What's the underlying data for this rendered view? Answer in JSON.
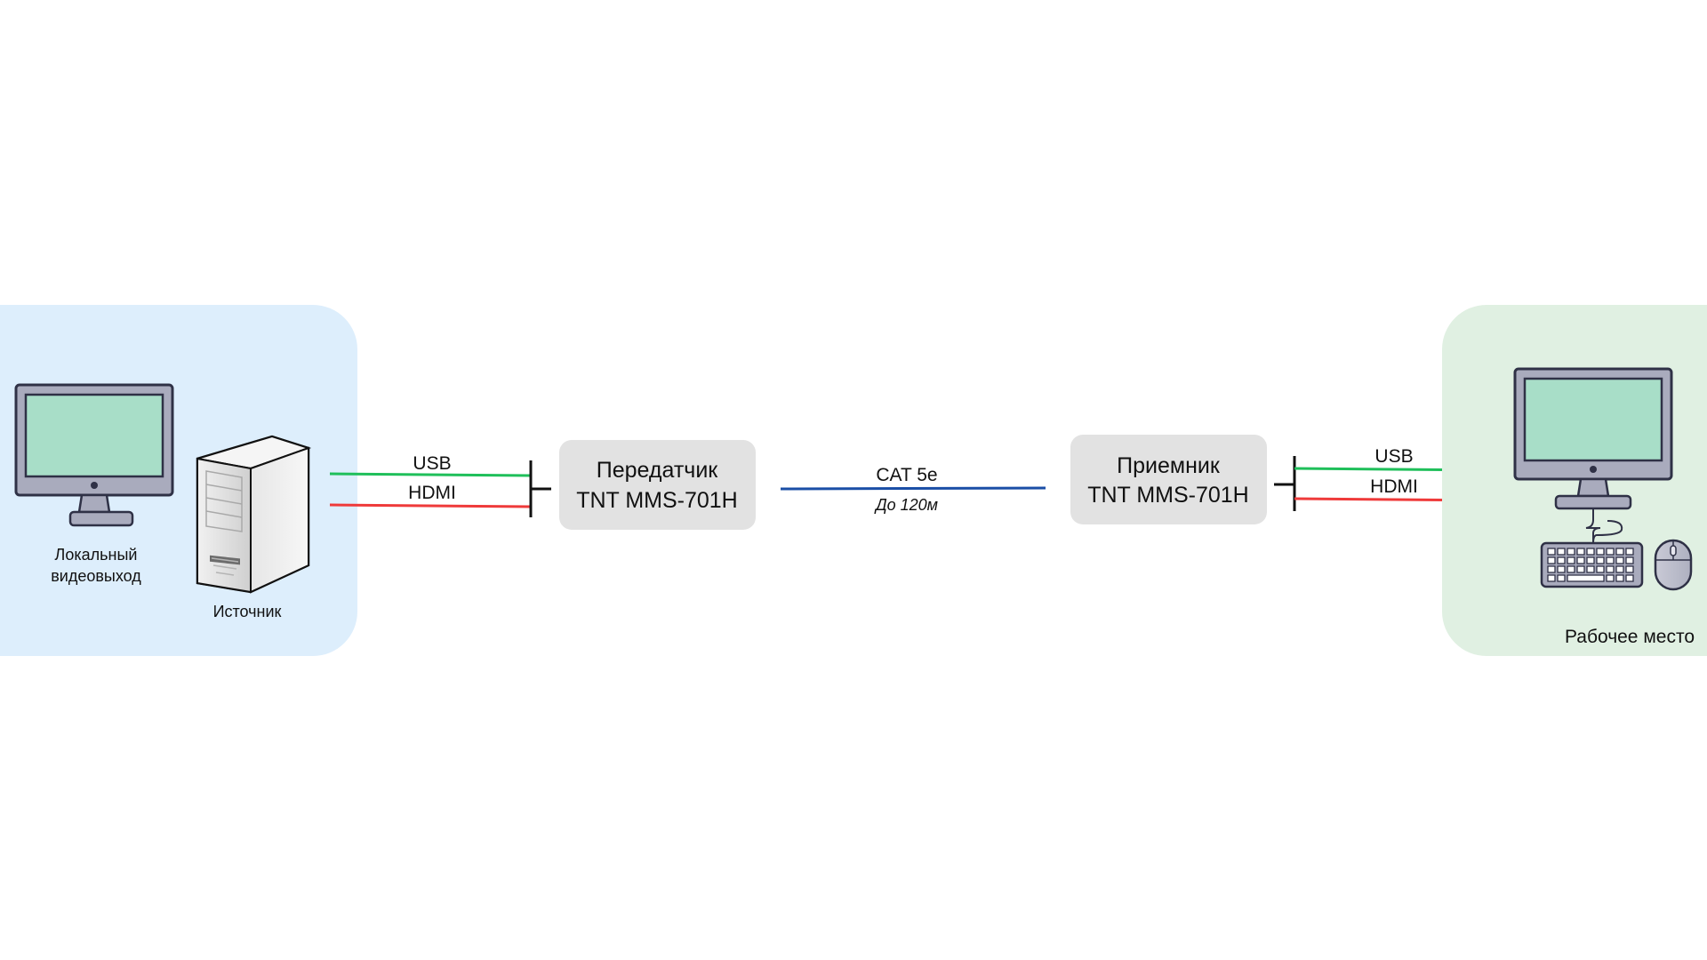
{
  "colors": {
    "source_zone": "#ddeefc",
    "workplace_zone": "#e0f0e2",
    "device_box": "#e2e2e2",
    "usb": "#1fbf5a",
    "hdmi": "#ef3a3a",
    "cat": "#1a4ea6",
    "screen": "#a8dec8",
    "monitor_frame": "#a9abbd",
    "outline": "#2f3146"
  },
  "source": {
    "monitor_label_line1": "Локальный",
    "monitor_label_line2": "видеовыход",
    "pc_label": "Источник",
    "usb_label": "USB",
    "hdmi_label": "HDMI"
  },
  "transmitter": {
    "line1": "Передатчик",
    "line2": "TNT MMS-701H"
  },
  "link": {
    "label": "CAT 5e",
    "distance": "До 120м"
  },
  "receiver": {
    "line1": "Приемник",
    "line2": "TNT MMS-701H"
  },
  "workplace": {
    "usb_label": "USB",
    "hdmi_label": "HDMI",
    "label": "Рабочее место"
  }
}
